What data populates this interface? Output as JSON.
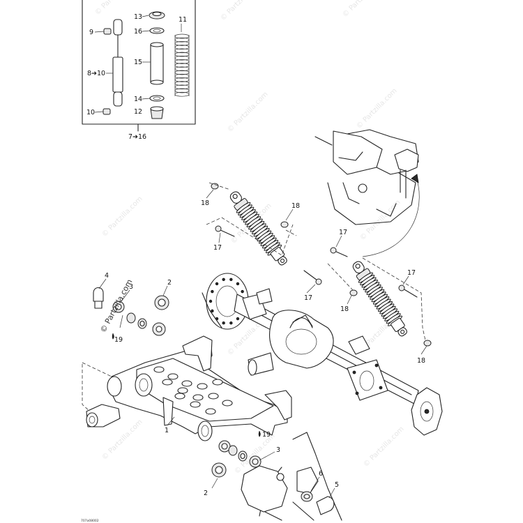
{
  "labels": {
    "p1": "1",
    "p2a": "2",
    "p2b": "2",
    "p3a": "3",
    "p3b": "3",
    "p4": "4",
    "p5": "5",
    "p6": "6",
    "p7_16": "7➔16",
    "p8_10": "8➔10",
    "p9": "9",
    "p10": "10",
    "p11": "11",
    "p12": "12",
    "p13": "13",
    "p14": "14",
    "p15": "15",
    "p16": "16",
    "p17a": "17",
    "p17b": "17",
    "p17c": "17",
    "p17d": "17",
    "p18a": "18",
    "p18b": "18",
    "p18c": "18",
    "p18d": "18",
    "p19a": "19",
    "p19b": "19"
  },
  "watermark": "© Partzilla.com",
  "drawing_code": "707a08002"
}
